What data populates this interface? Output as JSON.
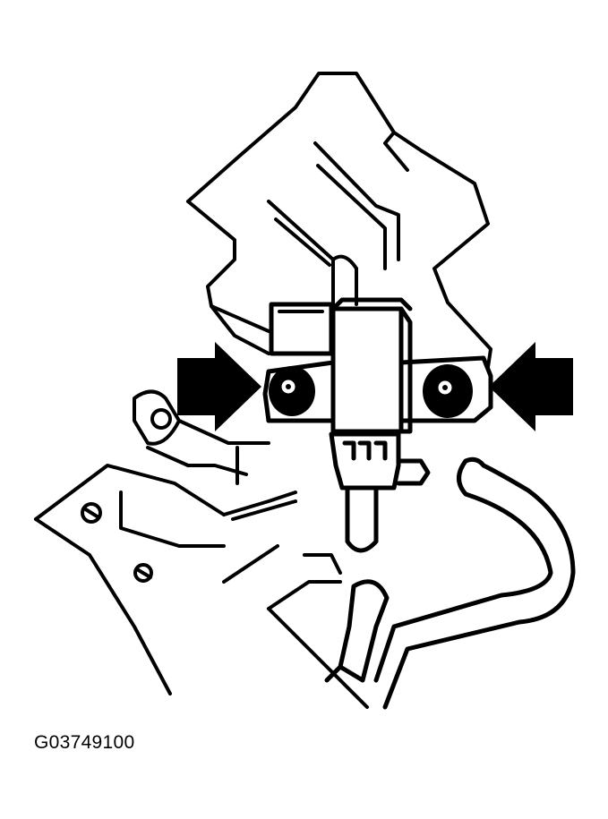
{
  "figure": {
    "id_code": "G03749100",
    "line_color": "#000000",
    "background": "#ffffff",
    "callouts": [
      {
        "name": "arrow-left",
        "icon": "arrow-right-icon",
        "points_to": "left-mounting-bolt"
      },
      {
        "name": "arrow-right",
        "icon": "arrow-left-icon",
        "points_to": "right-mounting-bolt"
      }
    ]
  }
}
